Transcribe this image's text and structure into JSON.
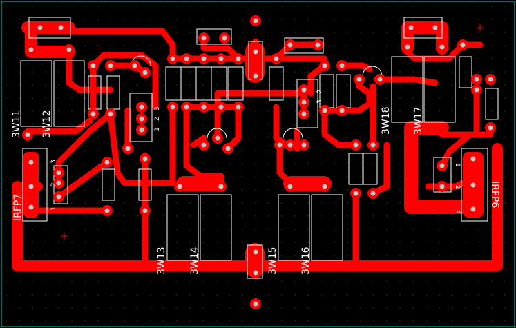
{
  "pcb": {
    "colors": {
      "background": "#000000",
      "copper": "#ff0000",
      "silkscreen": "#ffffff",
      "board_outline": "#00c8c8",
      "via": "#c8c8c8"
    },
    "labels": {
      "ic_left": "IRFP7",
      "ic_right": "IRFP6",
      "r_3w11": "3W11",
      "r_3w12": "3W12",
      "r_3w13": "3W13",
      "r_3w14": "3W14",
      "r_3w15": "3W15",
      "r_3w16": "3W16",
      "r_3w17": "3W17",
      "r_3w18": "3W18"
    },
    "pin_numbers": {
      "p1": "1",
      "p2": "2",
      "p3": "3"
    }
  }
}
